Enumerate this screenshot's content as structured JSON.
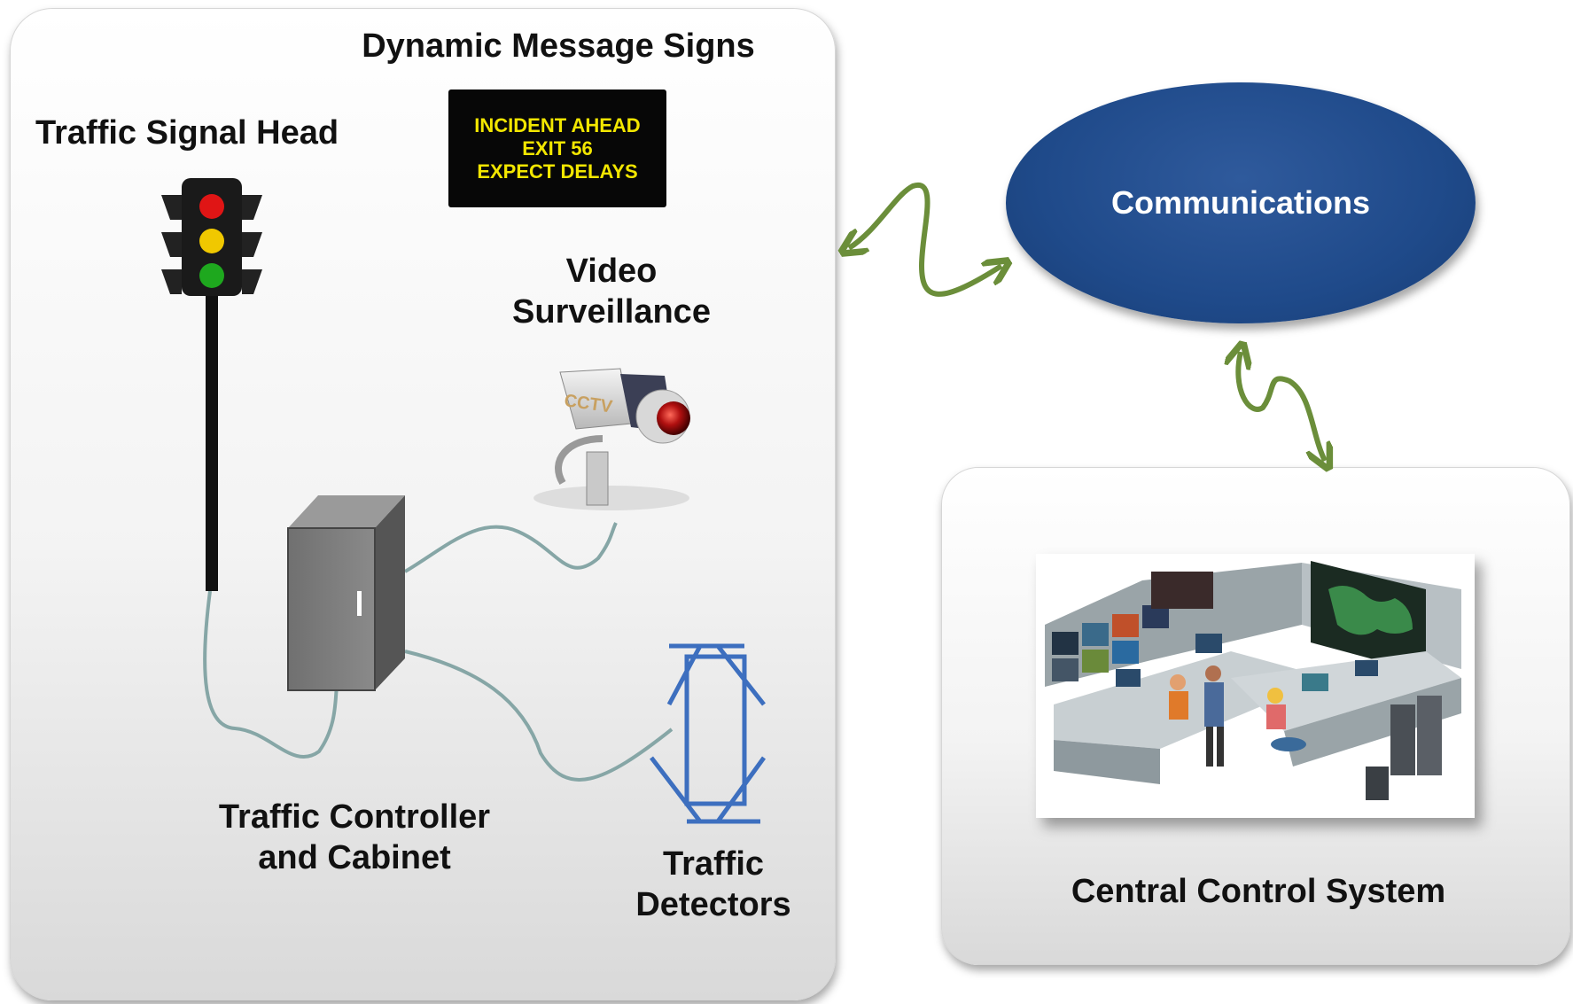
{
  "labels": {
    "dms": "Dynamic Message Signs",
    "signal_head": "Traffic Signal Head",
    "video_line1": "Video",
    "video_line2": "Surveillance",
    "controller_line1": "Traffic Controller",
    "controller_line2": "and Cabinet",
    "detectors_line1": "Traffic",
    "detectors_line2": "Detectors",
    "communications": "Communications",
    "central": "Central Control System"
  },
  "dms_sign": {
    "line1": "INCIDENT AHEAD",
    "line2": "EXIT 56",
    "line3": "EXPECT DELAYS"
  },
  "camera_text": "CCTV",
  "colors": {
    "communications_fill": "#1f4a8a",
    "link_arrow": "#6b8e3a",
    "cable": "#86a6a6",
    "detector": "#3d6fbf",
    "dms_text": "#f2e600",
    "signal_red": "#e01515",
    "signal_yellow": "#f0c800",
    "signal_green": "#1ea81e"
  },
  "icons": [
    "traffic-signal-icon",
    "cctv-camera-icon",
    "cabinet-icon",
    "detector-loop-icon",
    "control-room-illustration"
  ]
}
